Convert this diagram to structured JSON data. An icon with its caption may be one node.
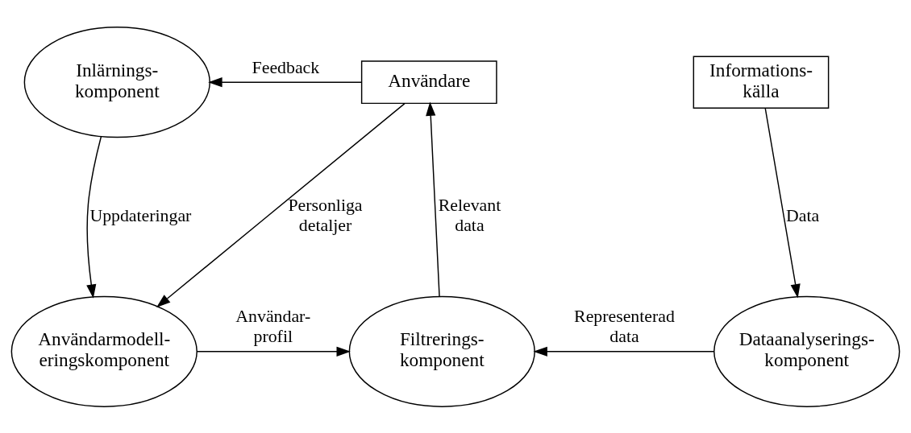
{
  "diagram": {
    "nodes": [
      {
        "text": [
          "Inlärnings- komponent"
        ]
      },
      {
        "text": [
          "Användare"
        ]
      },
      {
        "text": [
          "Informations- källa"
        ]
      },
      {
        "text": [
          "Användarmodell- eringskomponent"
        ]
      },
      {
        "text": [
          "Filtrerings- komponent"
        ]
      },
      {
        "text": [
          "Dataanalyserings- komponent"
        ]
      }
    ],
    "edges": [
      {
        "from": 1,
        "to": 0,
        "arrow": "to",
        "label": "Feedback"
      },
      {
        "from": 0,
        "to": 3,
        "arrow": "to",
        "label": "Uppdateringar"
      },
      {
        "from": 1,
        "to": 3,
        "arrow": "to",
        "label": "Personliga detaljer"
      },
      {
        "from": 4,
        "to": 1,
        "arrow": "to",
        "label": "Relevant data"
      },
      {
        "from": 2,
        "to": 5,
        "arrow": "to",
        "label": "Data"
      },
      {
        "from": 3,
        "to": 4,
        "arrow": "to",
        "label": "Användar- profil"
      },
      {
        "from": 5,
        "to": 4,
        "arrow": "to",
        "label": "Representerad data"
      }
    ]
  }
}
